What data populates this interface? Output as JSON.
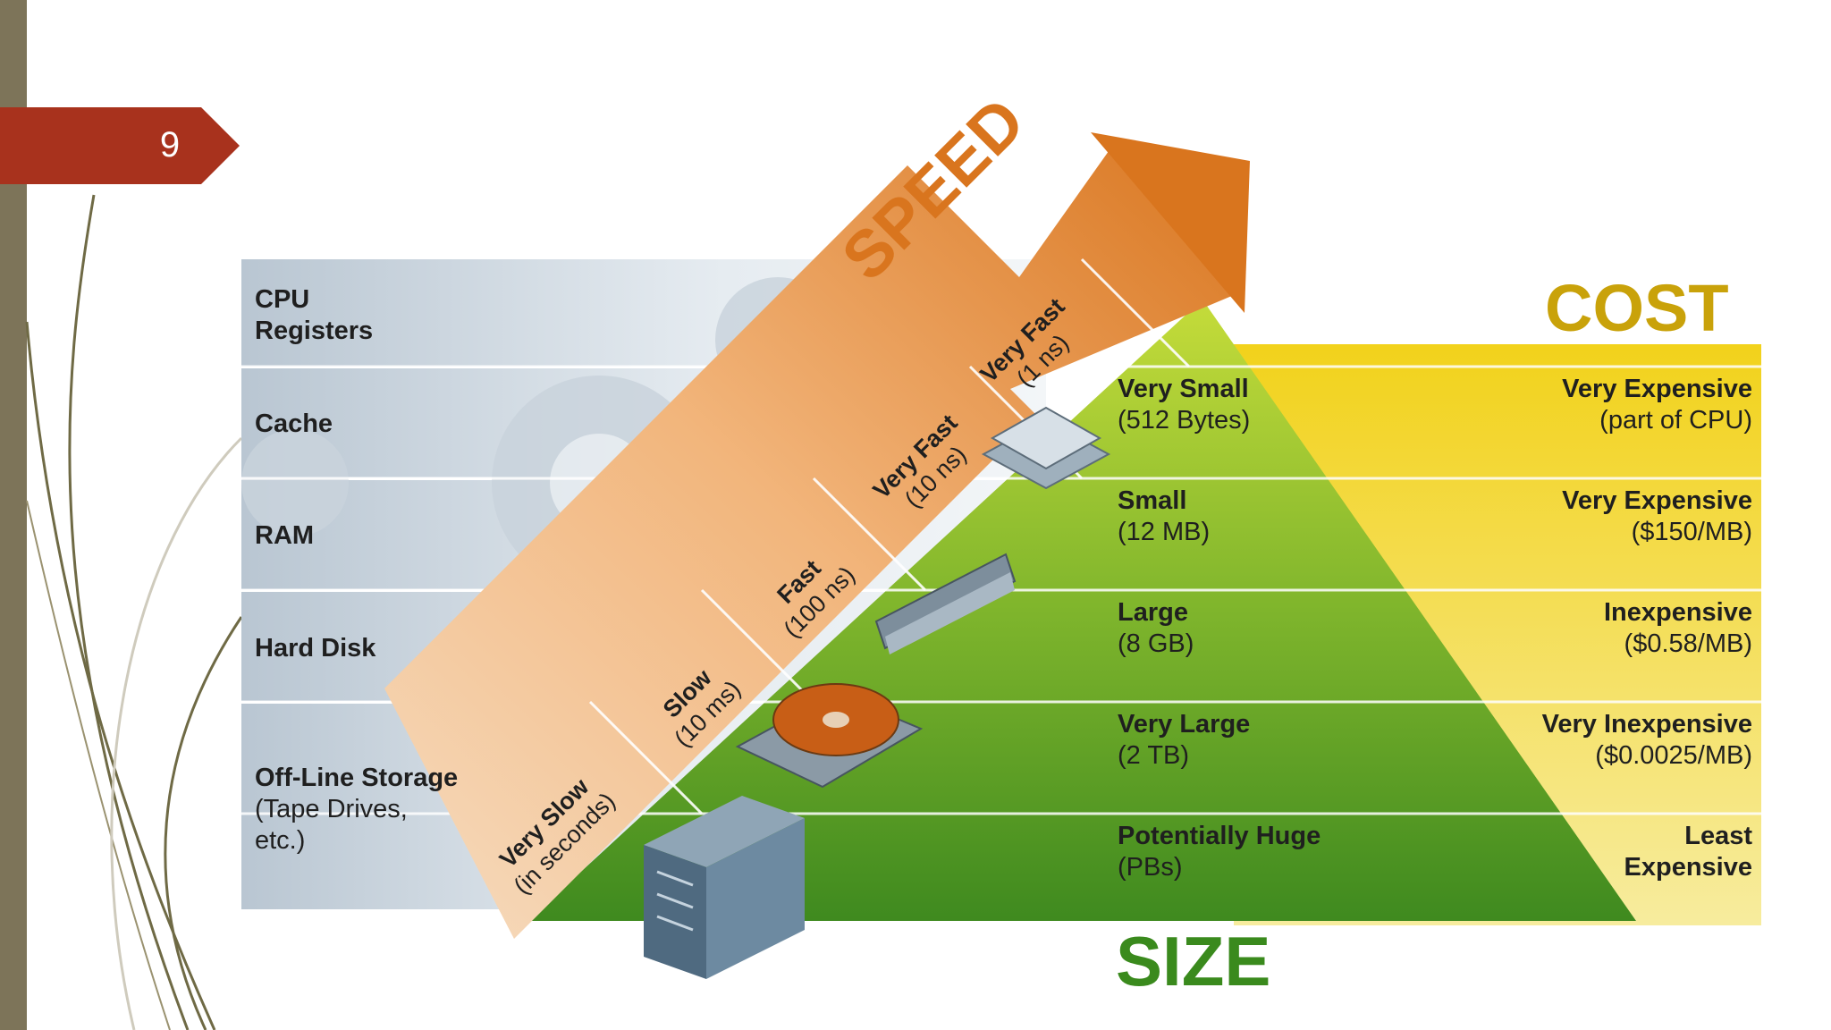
{
  "slide": {
    "number": "9"
  },
  "diagram": {
    "speed_title": "SPEED",
    "cost_title": "COST",
    "size_title": "SIZE",
    "tiers": [
      {
        "name": "CPU",
        "name2": "Registers"
      },
      {
        "name": "Cache"
      },
      {
        "name": "RAM"
      },
      {
        "name": "Hard Disk"
      },
      {
        "name": "Off-Line Storage",
        "detail": "(Tape Drives,",
        "detail2": "etc.)"
      }
    ],
    "speed": [
      {
        "label": "Very Fast",
        "detail": "(1 ns)"
      },
      {
        "label": "Very Fast",
        "detail": "(10 ns)"
      },
      {
        "label": "Fast",
        "detail": "(100 ns)"
      },
      {
        "label": "Slow",
        "detail": "(10 ms)"
      },
      {
        "label": "Very Slow",
        "detail": "(in seconds)"
      }
    ],
    "size": [
      {
        "label": "Very Small",
        "detail": "(512 Bytes)"
      },
      {
        "label": "Small",
        "detail": "(12 MB)"
      },
      {
        "label": "Large",
        "detail": "(8 GB)"
      },
      {
        "label": "Very Large",
        "detail": "(2 TB)"
      },
      {
        "label": "Potentially Huge",
        "detail": "(PBs)"
      }
    ],
    "cost": [
      {
        "label": "Very Expensive",
        "detail": "(part of CPU)"
      },
      {
        "label": "Very Expensive",
        "detail": "($150/MB)"
      },
      {
        "label": "Inexpensive",
        "detail": "($0.58/MB)"
      },
      {
        "label": "Very Inexpensive",
        "detail": "($0.0025/MB)"
      },
      {
        "label": "Least",
        "detail": "Expensive"
      }
    ],
    "icons": [
      "cpu-chip-icon",
      "ram-module-icon",
      "hard-disk-icon",
      "server-tower-icon",
      "gear-icon"
    ],
    "colors": {
      "accent_badge": "#a8321d",
      "speed_orange": "#d9751e",
      "cost_yellow": "#e8c21a",
      "size_green": "#4f8f1d",
      "left_bar": "#7d7459"
    }
  }
}
